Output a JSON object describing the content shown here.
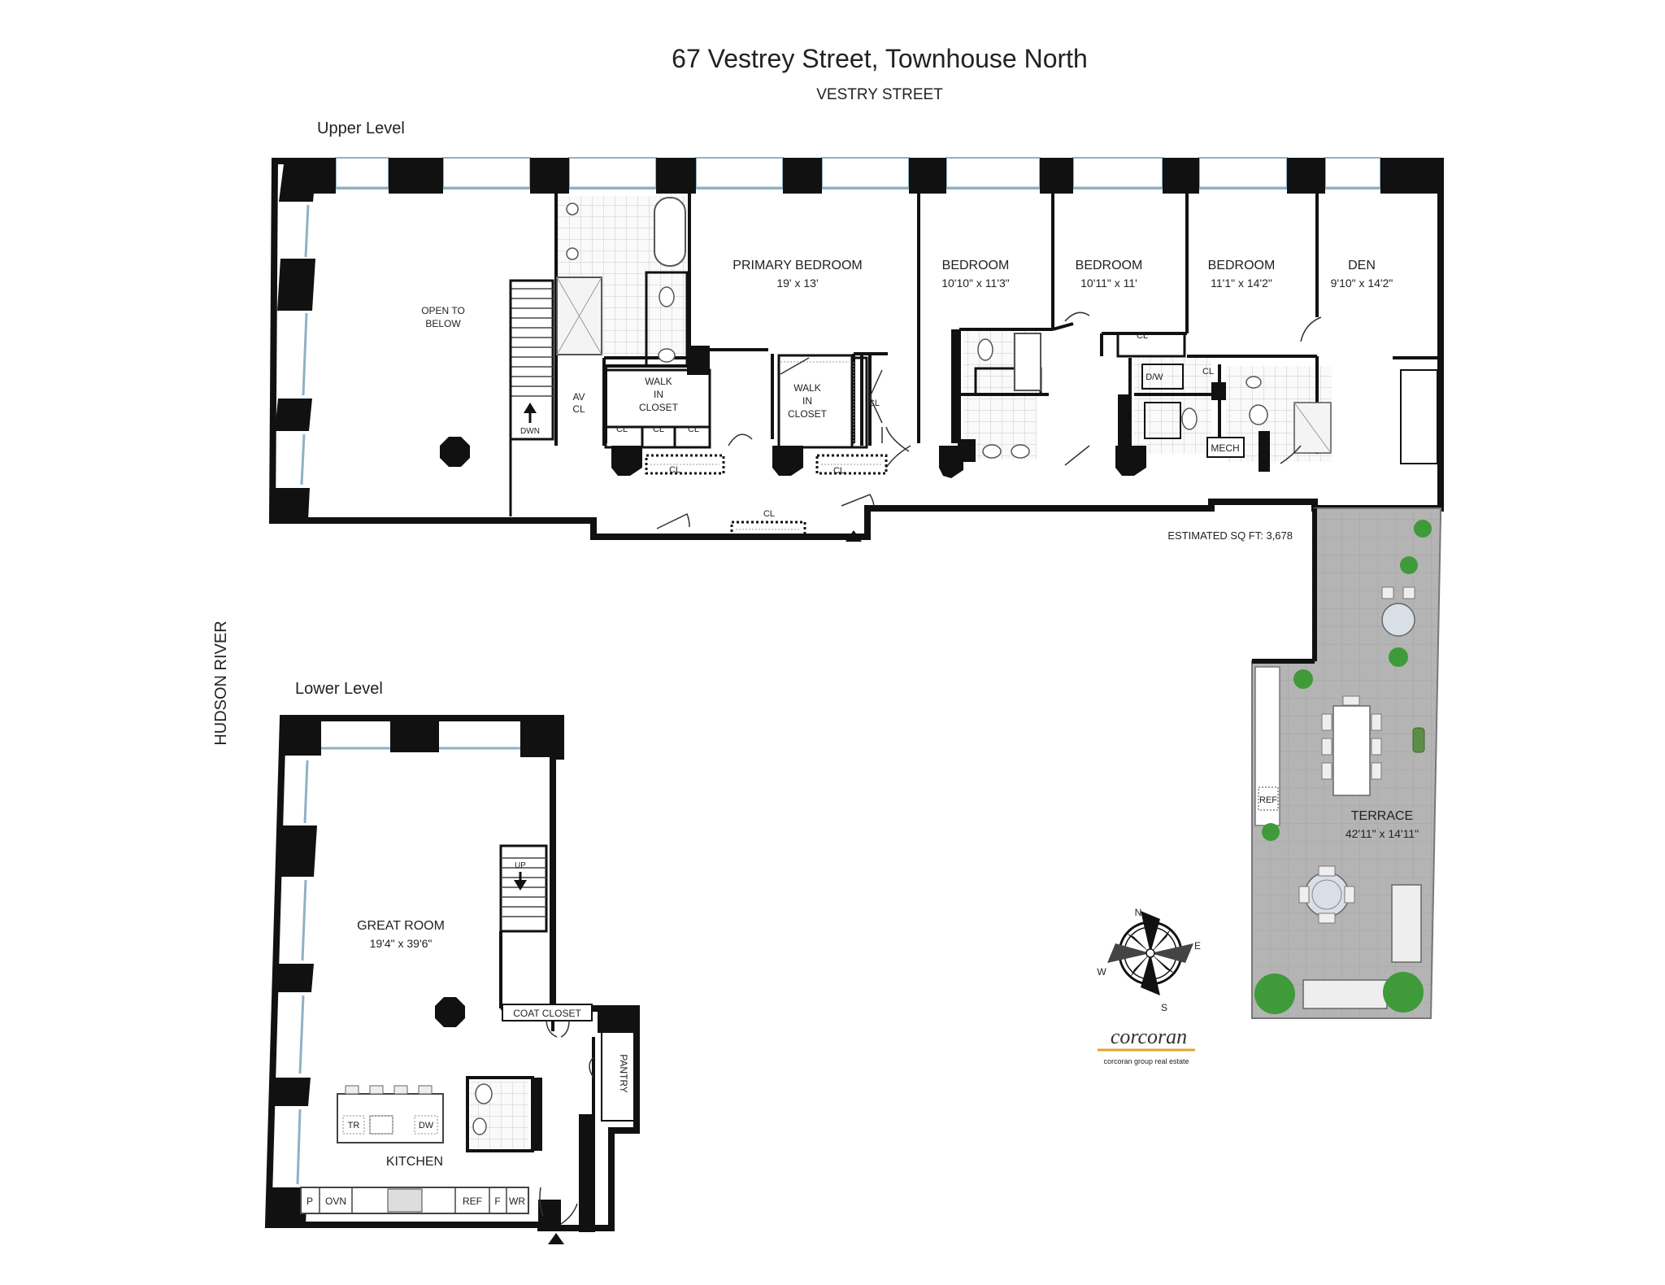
{
  "header": {
    "title": "67 Vestrey Street, Townhouse North",
    "street": "VESTRY STREET"
  },
  "river_label": "HUDSON RIVER",
  "upper": {
    "level_label": "Upper Level",
    "open_to_below": [
      "OPEN TO",
      "BELOW"
    ],
    "stair_label": "DWN",
    "av_closet": [
      "AV",
      "CL"
    ],
    "walk_in_closet_1": [
      "WALK",
      "IN",
      "CLOSET"
    ],
    "walk_in_closet_2": [
      "WALK",
      "IN",
      "CLOSET"
    ],
    "cl": "CL",
    "dw": "D/W",
    "mech": "MECH",
    "rooms": [
      {
        "name": "PRIMARY BEDROOM",
        "dims": "19' x 13'"
      },
      {
        "name": "BEDROOM",
        "dims": "10'10\" x 11'3\""
      },
      {
        "name": "BEDROOM",
        "dims": "10'11\" x 11'"
      },
      {
        "name": "BEDROOM",
        "dims": "11'1\" x 14'2\""
      },
      {
        "name": "DEN",
        "dims": "9'10\" x 14'2\""
      }
    ],
    "sqft": "ESTIMATED SQ FT: 3,678"
  },
  "terrace": {
    "name": "TERRACE",
    "dims": "42'11\" x 14'11\"",
    "ref": "REF"
  },
  "lower": {
    "level_label": "Lower Level",
    "great_room": {
      "name": "GREAT ROOM",
      "dims": "19'4\" x 39'6\""
    },
    "stair_label": "UP",
    "coat_closet": "COAT CLOSET",
    "pantry": "PANTRY",
    "kitchen": "KITCHEN",
    "tr": "TR",
    "dw": "DW",
    "appliances": [
      "P",
      "OVN",
      "REF",
      "F",
      "WR"
    ]
  },
  "compass": {
    "n": "N",
    "e": "E",
    "s": "S",
    "w": "W"
  },
  "brand": {
    "name": "corcoran",
    "tagline": "corcoran group real estate"
  },
  "colors": {
    "wall": "#111111",
    "window": "#8fb1c4",
    "terrace": "#b4b4b4",
    "plant": "#3f9a3a",
    "brand_line": "#e0a42e"
  }
}
